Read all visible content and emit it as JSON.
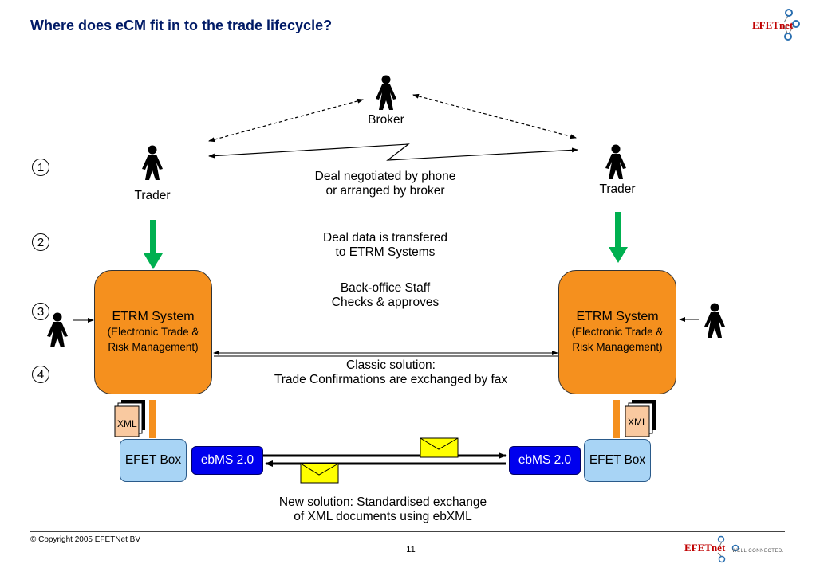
{
  "title": "Where does eCM fit in to the trade lifecycle?",
  "logo": {
    "word": "EFETnet",
    "tagline": "WELL CONNECTED."
  },
  "people": {
    "broker": "Broker",
    "trader_left": "Trader",
    "trader_right": "Trader"
  },
  "steps": [
    "1",
    "2",
    "3",
    "4"
  ],
  "descriptions": {
    "negotiation": [
      "Deal negotiated by phone",
      "or arranged by broker"
    ],
    "transfer": [
      "Deal data is transfered",
      "to ETRM Systems"
    ],
    "backoffice": [
      "Back-office Staff",
      "Checks & approves"
    ],
    "classic": [
      "Classic solution:",
      "Trade Confirmations are exchanged by fax"
    ],
    "new_solution": [
      "New solution: Standardised exchange",
      "of XML documents using ebXML"
    ]
  },
  "etrm": {
    "title": "ETRM System",
    "line2": "(Electronic Trade &",
    "line3": "Risk Management)"
  },
  "xml_label": "XML",
  "efet_box": "EFET Box",
  "ebms": "ebMS 2.0",
  "footer": {
    "copyright": "© Copyright 2005 EFETNet BV",
    "page": "11"
  },
  "colors": {
    "title": "#001a66",
    "etrm": "#f5901e",
    "efet_box": "#a8d4f5",
    "ebms": "#0000ee",
    "green_arrow": "#00b050",
    "envelope": "#ffff00"
  }
}
